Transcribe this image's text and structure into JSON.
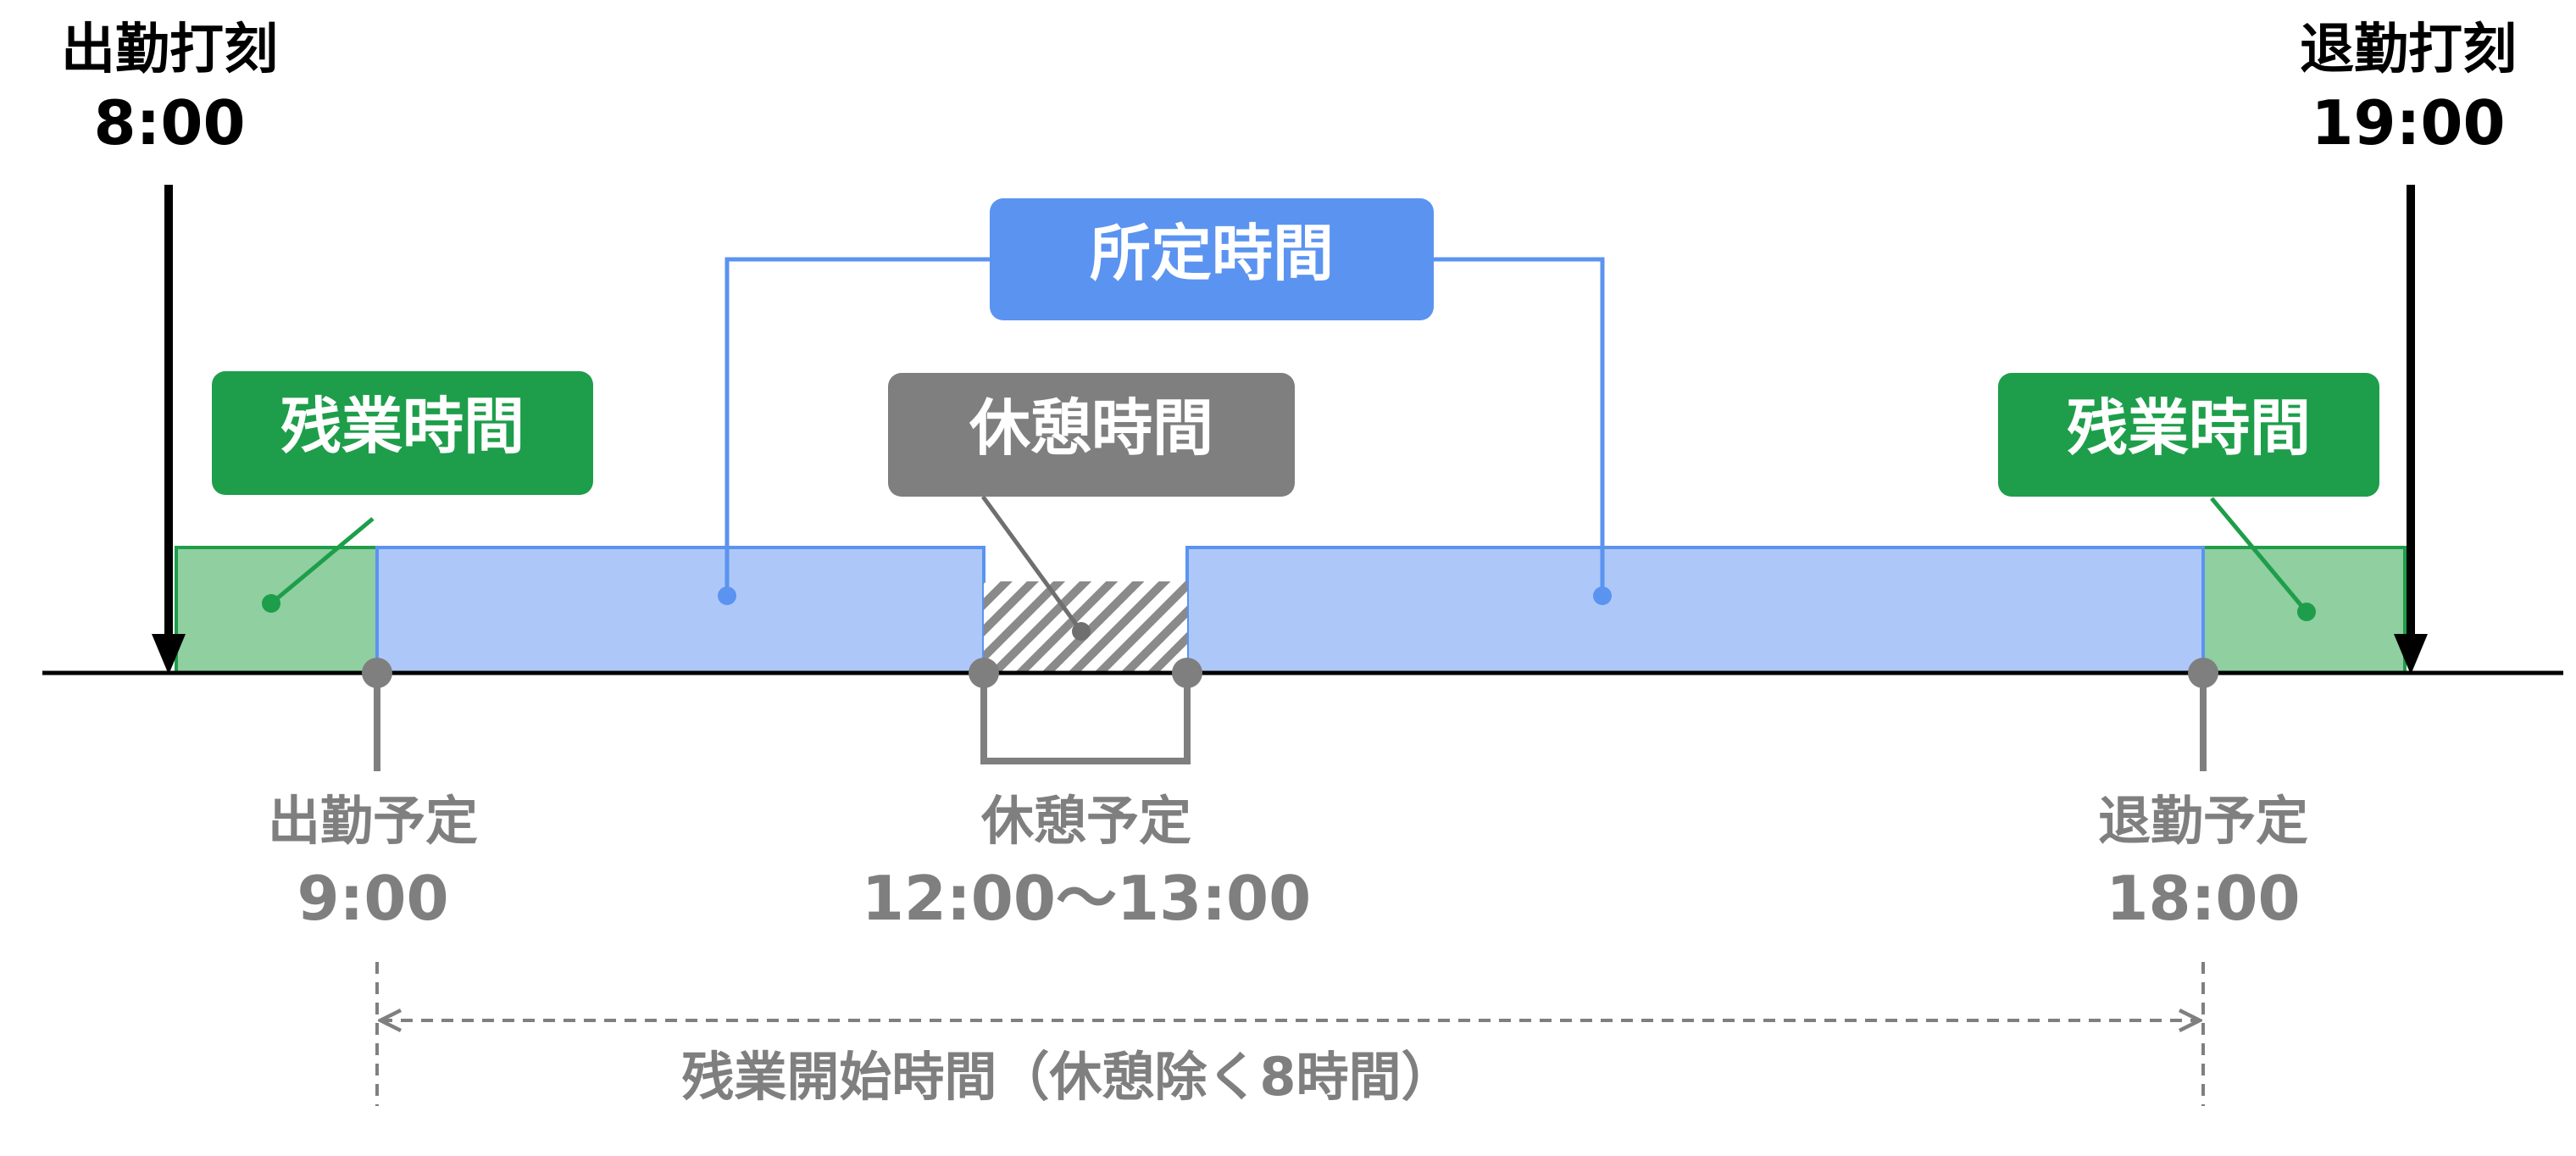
{
  "clock_in": {
    "title": "出勤打刻",
    "time": "8:00"
  },
  "clock_out": {
    "title": "退勤打刻",
    "time": "19:00"
  },
  "scheduled_hours": {
    "label": "所定時間"
  },
  "overtime_left": {
    "label": "残業時間"
  },
  "overtime_right": {
    "label": "残業時間"
  },
  "break_time": {
    "label": "休憩時間"
  },
  "scheduled_start": {
    "title": "出勤予定",
    "time": "9:00"
  },
  "scheduled_break": {
    "title": "休憩予定",
    "time": "12:00〜13:00"
  },
  "scheduled_end": {
    "title": "退勤予定",
    "time": "18:00"
  },
  "overtime_start": {
    "label": "残業開始時間（休憩除く8時間）"
  },
  "colors": {
    "overtime_fill": "#8fcfa0",
    "overtime_accent": "#1e9e4a",
    "scheduled_fill": "#adc8f8",
    "scheduled_accent": "#5b93f0",
    "break_accent": "#7f7f7f",
    "axis": "#000000"
  }
}
